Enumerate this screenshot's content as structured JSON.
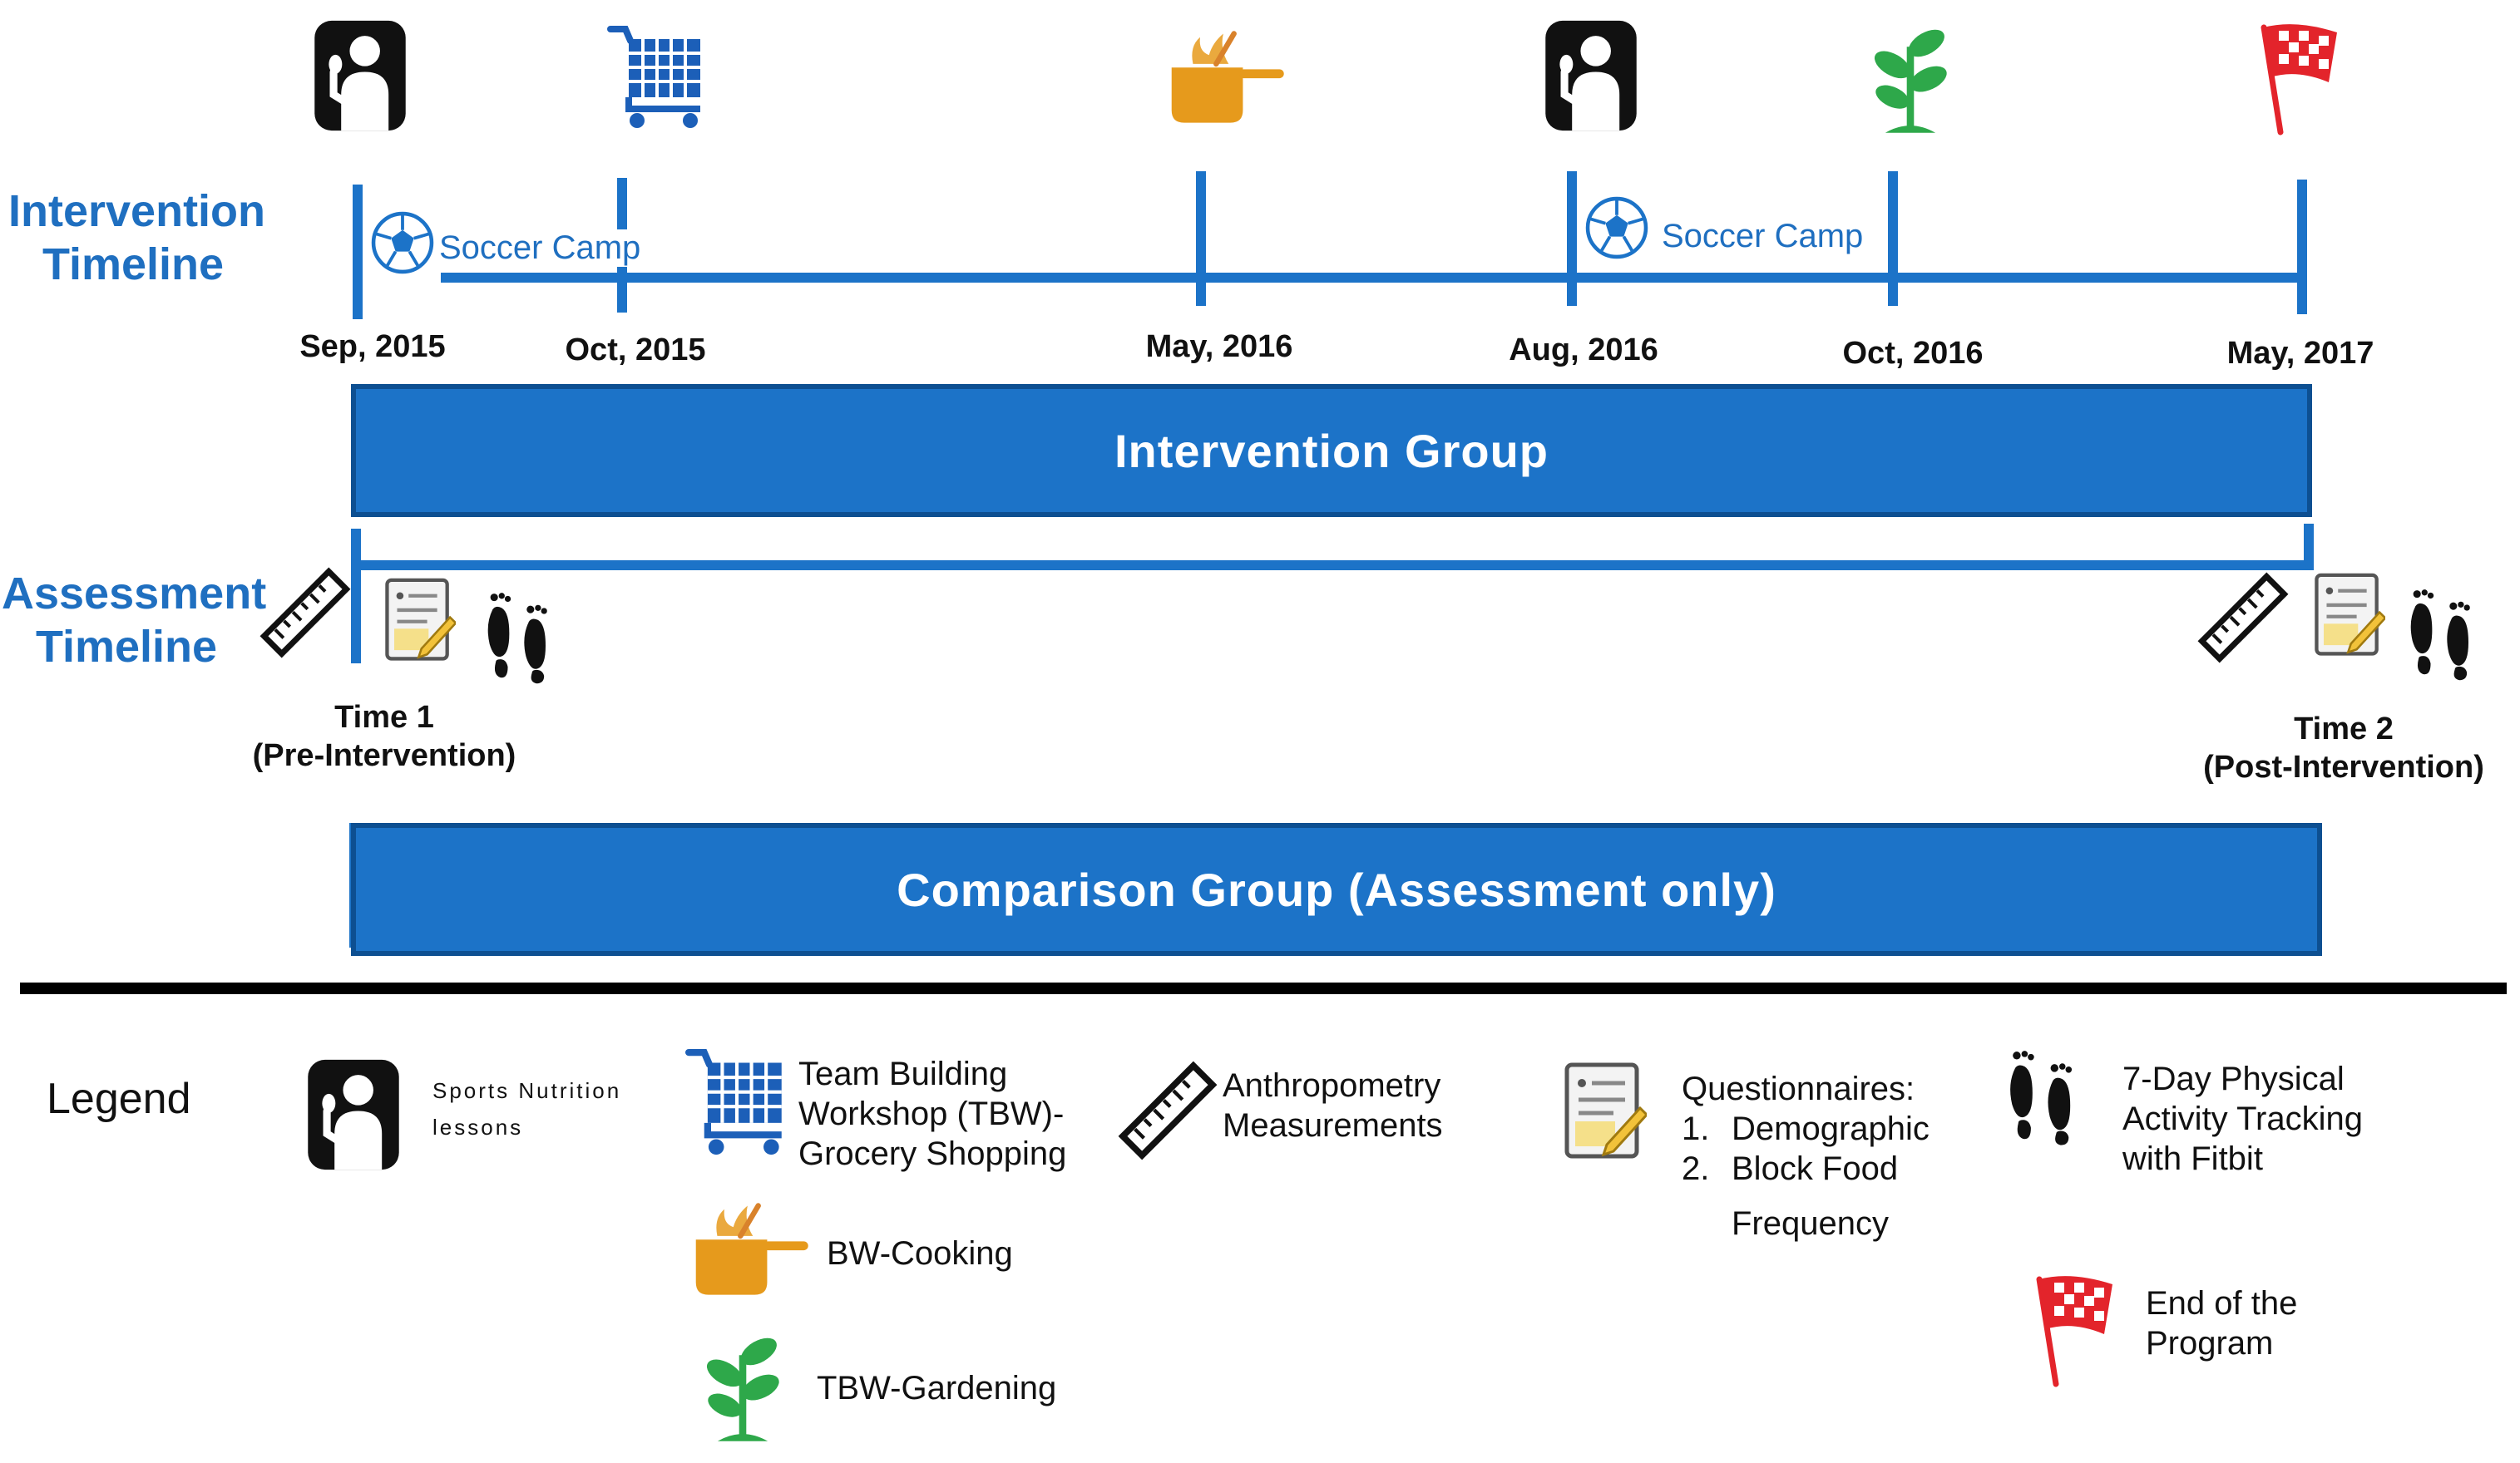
{
  "intervention_timeline": {
    "label_line1": "Intervention",
    "label_line2": "Timeline",
    "soccer_camp_1": "Soccer Camp",
    "soccer_camp_2": "Soccer Camp",
    "dates": [
      "Sep, 2015",
      "Oct, 2015",
      "May, 2016",
      "Aug, 2016",
      "Oct, 2016",
      "May, 2017"
    ],
    "icons": [
      "sports-nutrition-lesson",
      "grocery-cart",
      "cooking-pot",
      "sports-nutrition-lesson",
      "gardening-plant",
      "checkered-flag"
    ]
  },
  "intervention_group": {
    "label": "Intervention Group"
  },
  "assessment_timeline": {
    "label_line1": "Assessment",
    "label_line2": "Timeline",
    "time1_line1": "Time 1",
    "time1_line2": "(Pre-Intervention)",
    "time2_line1": "Time 2",
    "time2_line2": "(Post-Intervention)",
    "icons": [
      "ruler",
      "questionnaire",
      "footprints"
    ]
  },
  "comparison_group": {
    "label": "Comparison Group (Assessment only)"
  },
  "legend": {
    "title": "Legend",
    "sports_nutrition_line1": "Sports Nutrition",
    "sports_nutrition_line2": "lessons",
    "tbw_line1": "Team Building",
    "tbw_line2": "Workshop (TBW)-",
    "tbw_line3": "Grocery Shopping",
    "cooking": "BW-Cooking",
    "gardening": "TBW-Gardening",
    "anthro_line1": "Anthropometry",
    "anthro_line2": "Measurements",
    "quest_title": "Questionnaires:",
    "quest_item1_num": "1.",
    "quest_item1": "Demographic",
    "quest_item2_num": "2.",
    "quest_item2": "Block Food",
    "quest_item2_cont": "Frequency",
    "tracking_line1": "7-Day Physical",
    "tracking_line2": "Activity Tracking",
    "tracking_line3": "with Fitbit",
    "end_line1": "End of the",
    "end_line2": "Program"
  },
  "colors": {
    "primary_blue": "#1c73c8",
    "dark_blue": "#0d4f91",
    "label_blue": "#1f6fc0",
    "cooking_orange": "#e69a1c",
    "plant_green": "#2ea84a",
    "flag_red": "#e3242b"
  }
}
